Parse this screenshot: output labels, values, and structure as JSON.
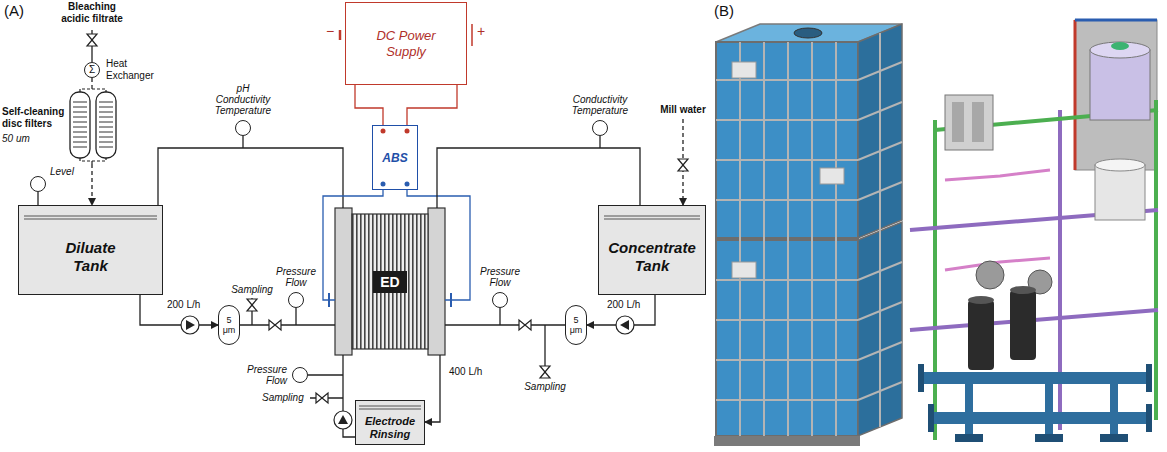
{
  "diagram": {
    "nodes": [
      {
        "text": [
          "DC Power Supply"
        ]
      },
      {
        "text": [
          "Σ",
          "Heat Exchanger"
        ]
      },
      {
        "text": [
          "Self-cleaning disc filters",
          "50 um"
        ]
      },
      {
        "text": [
          "pH Conductivity Temperature"
        ]
      },
      {
        "text": [
          "Level"
        ]
      },
      {
        "text": [
          "Diluate Tank"
        ]
      },
      {
        "text": [
          "5 μm"
        ]
      },
      {
        "text": [
          "Pressure Flow"
        ]
      },
      {
        "text": [
          "ABS"
        ]
      },
      {
        "text": [
          "ED"
        ]
      },
      {
        "text": [
          "Pressure Flow"
        ]
      },
      {
        "text": [
          "Electrode Rinsing"
        ]
      },
      {
        "text": [
          "Pressure Flow"
        ]
      },
      {
        "text": [
          "Conductivity Temperature"
        ]
      },
      {
        "text": [
          "5 μm"
        ]
      },
      {
        "text": [
          "Concentrate Tank"
        ]
      }
    ],
    "edges": [
      {
        "from": 1,
        "to": 2,
        "arrow": "none"
      },
      {
        "from": 2,
        "to": 5,
        "arrow": "to"
      },
      {
        "from": 4,
        "to": 5,
        "arrow": "none"
      },
      {
        "from": 5,
        "to": 6,
        "label": "200 L/h",
        "arrow": "to"
      },
      {
        "from": 6,
        "to": 9,
        "arrow": "none"
      },
      {
        "from": 9,
        "to": 5,
        "arrow": "none"
      },
      {
        "from": 0,
        "to": 8,
        "arrow": "none"
      },
      {
        "from": 0,
        "to": 8,
        "arrow": "none"
      },
      {
        "from": 8,
        "to": 9,
        "arrow": "none"
      },
      {
        "from": 8,
        "to": 9,
        "arrow": "none"
      },
      {
        "from": 11,
        "to": 9,
        "arrow": "none"
      },
      {
        "from": 9,
        "to": 11,
        "label": "400 L/h",
        "arrow": "to"
      },
      {
        "from": 15,
        "to": 14,
        "label": "200 L/h",
        "arrow": "to"
      },
      {
        "from": 14,
        "to": 9,
        "arrow": "none"
      },
      {
        "from": 9,
        "to": 15,
        "arrow": "none"
      }
    ],
    "labels": [
      "(A)",
      "Bleaching acidic filtrate",
      "−",
      "+",
      "Sampling",
      "Sampling",
      "Mill water",
      "Sampling",
      "(B)"
    ]
  }
}
